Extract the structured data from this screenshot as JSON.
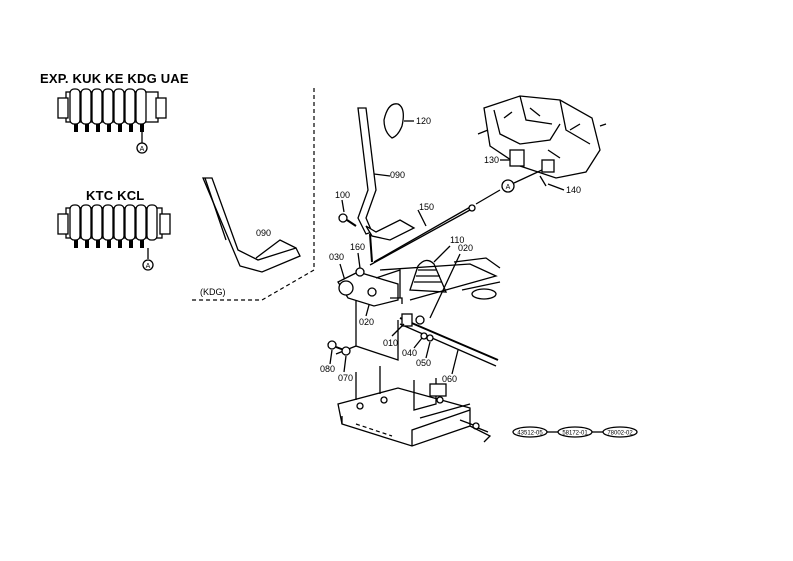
{
  "headings": {
    "variant_top": "EXP. KUK KE KDG UAE",
    "variant_mid": "KTC KCL",
    "variant_kdg": "(KDG)"
  },
  "callout": {
    "A": "A"
  },
  "parts": {
    "p120": "120",
    "p090a": "090",
    "p130": "130",
    "p140": "140",
    "p100": "100",
    "p150": "150",
    "p090b": "090",
    "p160": "160",
    "p030": "030",
    "p110": "110",
    "p020a": "020",
    "p020b": "020",
    "p010": "010",
    "p040": "040",
    "p050": "050",
    "p060": "060",
    "p080": "080",
    "p070": "070"
  },
  "refs": {
    "r1": "43512-05",
    "r2": "58172-01",
    "r3": "78002-02"
  }
}
